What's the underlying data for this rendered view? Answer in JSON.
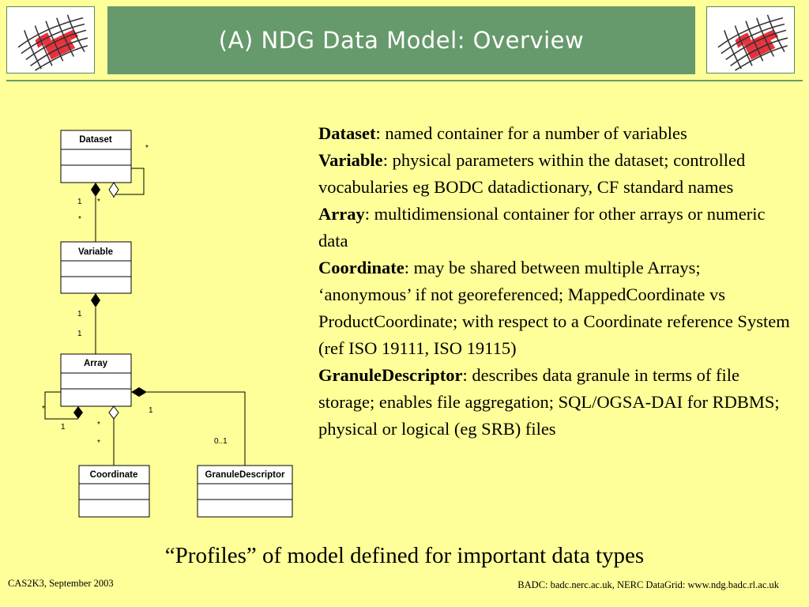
{
  "title": "(A) NDG Data Model: Overview",
  "colors": {
    "background": "#ffff99",
    "title_bar": "#66996b",
    "title_text": "#ffffff",
    "logo_red": "#e8303a"
  },
  "logos": {
    "left": "ndg-grid-logo",
    "right": "ndg-grid-logo"
  },
  "diagram": {
    "classes": [
      "Dataset",
      "Variable",
      "Array",
      "Coordinate",
      "GranuleDescriptor"
    ],
    "multiplicities": {
      "dataset_self": "*",
      "dataset_variable_dataset": "1",
      "dataset_variable_self": "*",
      "dataset_variable_variable": "*",
      "variable_array_variable": "1",
      "variable_array_array": "1",
      "array_self_star": "*",
      "array_self_one": "1",
      "array_coordinate_array": "*",
      "array_coordinate_coordinate": "*",
      "array_granule_array": "1",
      "array_granule_granule": "0..1"
    }
  },
  "definitions": [
    {
      "term": "Dataset",
      "text": ": named container for a number of variables"
    },
    {
      "term": "Variable",
      "text": ": physical parameters within the dataset; controlled vocabularies eg BODC datadictionary, CF standard names"
    },
    {
      "term": "Array",
      "text": ": multidimensional container for other arrays or numeric data"
    },
    {
      "term": "Coordinate",
      "text": ": may be shared between multiple Arrays; ‘anonymous’ if not georeferenced; MappedCoordinate vs ProductCoordinate; with respect to a Coordinate reference System (ref ISO 19111, ISO 19115)"
    },
    {
      "term": "GranuleDescriptor",
      "text": ": describes data granule in terms of file storage; enables file aggregation; SQL/OGSA-DAI for RDBMS; physical or logical (eg SRB) files"
    }
  ],
  "profiles_note": "“Profiles” of model defined for important data types",
  "footer": {
    "left": "CAS2K3, September 2003",
    "right": "BADC: badc.nerc.ac.uk, NERC DataGrid: www.ndg.badc.rl.ac.uk"
  }
}
